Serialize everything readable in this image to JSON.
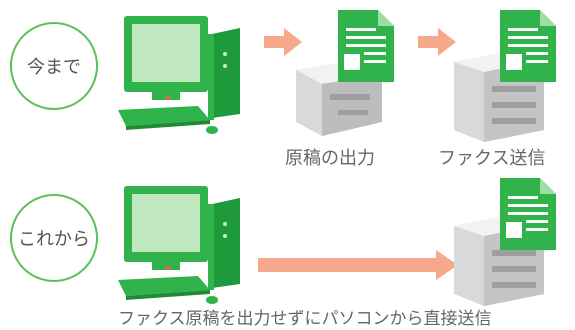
{
  "rows": {
    "before": {
      "label": "今まで"
    },
    "after": {
      "label": "これから"
    }
  },
  "captions": {
    "print_output": "原稿の出力",
    "fax_send": "ファクス送信",
    "direct_send": "ファクス原稿を出力せずにパソコンから直接送信"
  },
  "colors": {
    "circle_border": "#5cbf5c",
    "pc_green": "#2fb34a",
    "pc_green_light": "#7fd37f",
    "document_green": "#2fb34a",
    "arrow_orange": "#f6a98a",
    "device_gray": "#d9d9d9"
  },
  "icons": [
    "computer-icon",
    "printer-icon",
    "fax-machine-icon",
    "document-icon",
    "arrow-right-icon"
  ]
}
